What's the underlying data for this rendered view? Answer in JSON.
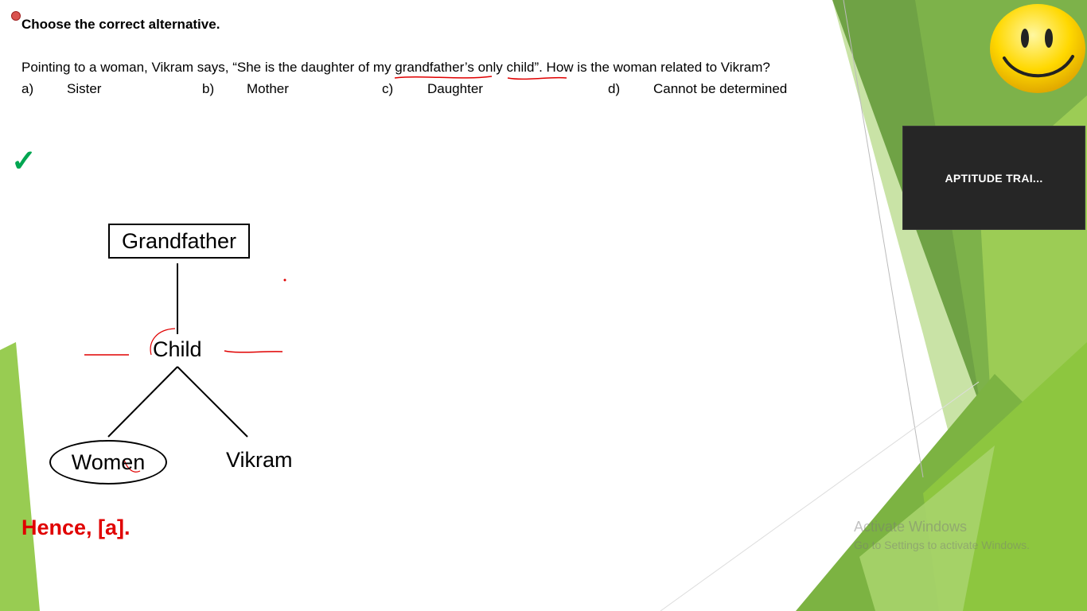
{
  "slide": {
    "heading": "Choose the correct alternative.",
    "question": "Pointing to a woman, Vikram says, “She is the daughter of my grandfather’s only child”. How is the woman related to Vikram?",
    "options": [
      {
        "letter": "a)",
        "text": "Sister"
      },
      {
        "letter": "b)",
        "text": "Mother"
      },
      {
        "letter": "c)",
        "text": "Daughter"
      },
      {
        "letter": "d)",
        "text": "Cannot be determined"
      }
    ],
    "diagram": {
      "top": "Grandfather",
      "middle": "Child",
      "left": "Women",
      "right": "Vikram"
    },
    "answer": "Hence, [a]."
  },
  "video_tile": {
    "label": "APTITUDE TRAI..."
  },
  "watermark": {
    "title": "Activate Windows",
    "subtitle": "Go to Settings to activate Windows."
  },
  "icons": {
    "check": "check-icon",
    "smiley": "smiley-icon",
    "record": "record-indicator-icon"
  },
  "colors": {
    "answer": "#e00000",
    "check": "#00a651",
    "annotation": "#e00000",
    "green_light": "#8dc63f",
    "green_dark": "#5a9e2f"
  }
}
